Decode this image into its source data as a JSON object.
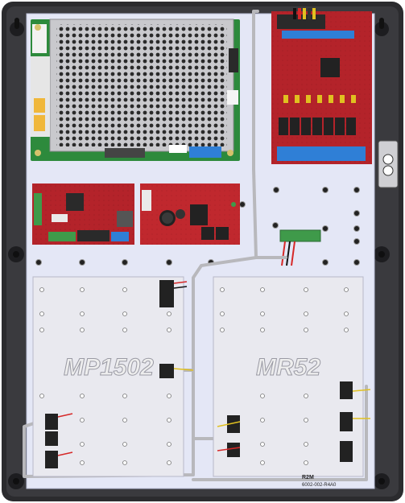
{
  "panels": {
    "left_label": "MP1502",
    "right_label": "MR52"
  },
  "part_number": {
    "line1": "R2M",
    "line2": "6002-002-R4A0"
  },
  "colors": {
    "enclosure": "#2b2b2e",
    "backplate": "#e4e7f6",
    "mount_plate": "#e9e9ef",
    "pcb_red": "#b4232a",
    "terminal_green": "#3f9a4a",
    "terminal_blue": "#2f7fd6",
    "cable": "#b8b8bc"
  }
}
